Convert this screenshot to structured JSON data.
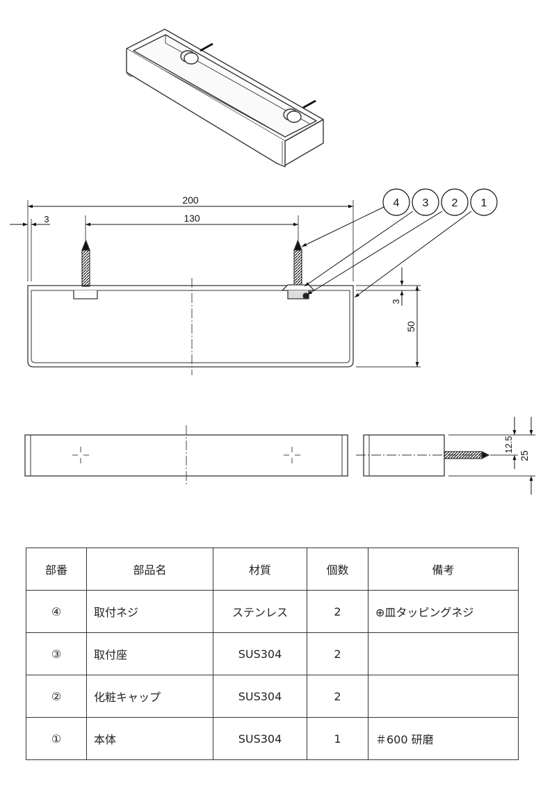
{
  "dimensions": {
    "overall_width": "200",
    "screw_pitch": "130",
    "edge_offset": "3",
    "lip_thickness": "3",
    "depth": "50",
    "half_height": "12.5",
    "height": "25"
  },
  "balloons": [
    "4",
    "3",
    "2",
    "1"
  ],
  "parts_table": {
    "headers": [
      "部番",
      "部品名",
      "材質",
      "個数",
      "備考"
    ],
    "rows": [
      {
        "no": "④",
        "name": "取付ネジ",
        "material": "ステンレス",
        "qty": "2",
        "note": "⊕皿タッピングネジ"
      },
      {
        "no": "③",
        "name": "取付座",
        "material": "SUS304",
        "qty": "2",
        "note": ""
      },
      {
        "no": "②",
        "name": "化粧キャップ",
        "material": "SUS304",
        "qty": "2",
        "note": ""
      },
      {
        "no": "①",
        "name": "本体",
        "material": "SUS304",
        "qty": "1",
        "note": "＃600 研磨"
      }
    ]
  }
}
